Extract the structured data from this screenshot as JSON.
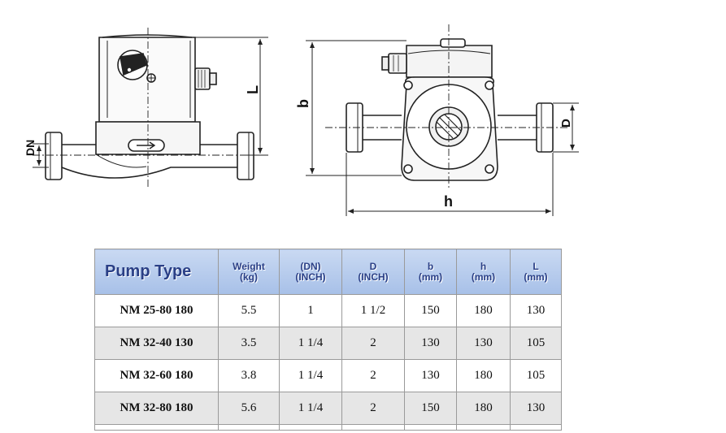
{
  "drawing": {
    "labels": {
      "dn": "DN",
      "l": "L",
      "b": "b",
      "d": "D",
      "h": "h"
    }
  },
  "table": {
    "headers": [
      [
        "Pump Type"
      ],
      [
        "Weight",
        "(kg)"
      ],
      [
        "(DN)",
        "(INCH)"
      ],
      [
        "D",
        "(INCH)"
      ],
      [
        "b",
        "(mm)"
      ],
      [
        "h",
        "(mm)"
      ],
      [
        "L",
        "(mm)"
      ]
    ],
    "rows": [
      [
        "NM 25-80 180",
        "5.5",
        "1",
        "1 1/2",
        "150",
        "180",
        "130"
      ],
      [
        "NM 32-40 130",
        "3.5",
        "1 1/4",
        "2",
        "130",
        "130",
        "105"
      ],
      [
        "NM 32-60 180",
        "3.8",
        "1 1/4",
        "2",
        "130",
        "180",
        "105"
      ],
      [
        "NM 32-80 180",
        "5.6",
        "1 1/4",
        "2",
        "150",
        "180",
        "130"
      ]
    ],
    "colors": {
      "header_bg": "#b5cbee",
      "header_text": "#2a3f86",
      "alt_row": "#e6e6e6"
    }
  }
}
